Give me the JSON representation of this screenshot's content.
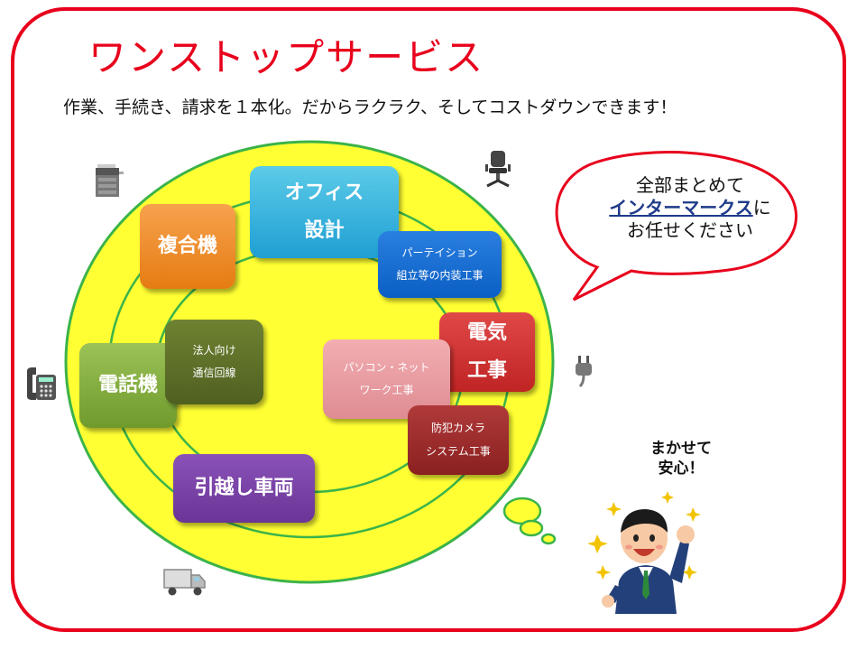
{
  "title": "ワンストップサービス",
  "subtitle": "作業、手続き、請求を１本化。だからラクラク、そしてコストダウンできます！",
  "services": {
    "copier": "複合機",
    "office1": "オフィス",
    "office2": "設計",
    "partition1": "パーテイション",
    "partition2": "組立等の内装工事",
    "electric1": "電気",
    "electric2": "工事",
    "corp1": "法人向け",
    "corp2": "通信回線",
    "phone": "電話機",
    "pc1": "パソコン・ネット",
    "pc2": "ワーク工事",
    "camera1": "防犯カメラ",
    "camera2": "システム工事",
    "moving": "引越し車両"
  },
  "speech": {
    "line1": "全部まとめて",
    "company": "インターマークス",
    "suffix": "に",
    "line3": "お任せください"
  },
  "reassure": {
    "line1": "まかせて",
    "line2": "安心！"
  },
  "colors": {
    "frame": "#e8001c",
    "circle_fill": "#ffff33",
    "circle_stroke": "#3bb34a"
  },
  "icons": [
    "copier-icon",
    "office-chair-icon",
    "telephone-icon",
    "power-plug-icon",
    "truck-icon",
    "businessman-icon"
  ]
}
